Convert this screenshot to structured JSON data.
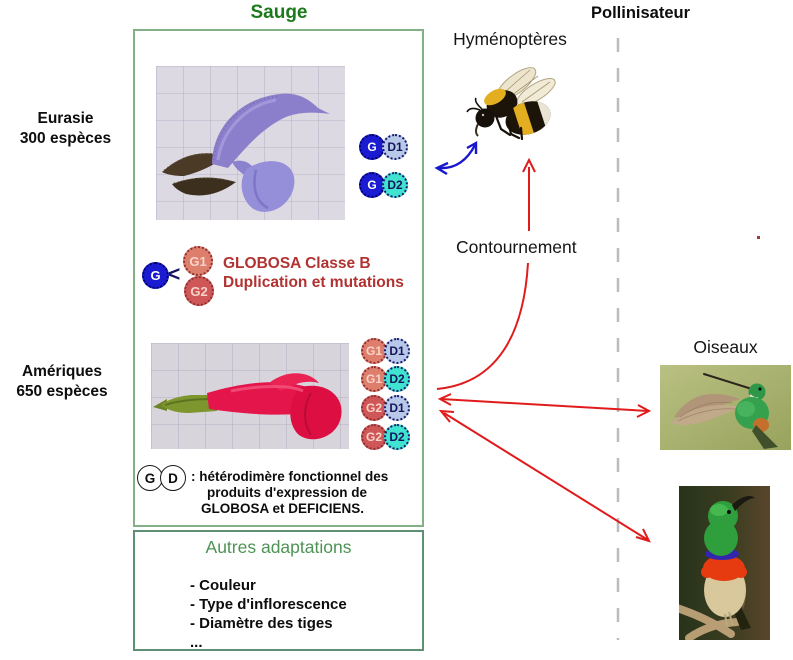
{
  "header": {
    "sauge": "Sauge",
    "pollinisateur": "Pollinisateur"
  },
  "regions": {
    "eurasie": [
      "Eurasie",
      "300 espèces"
    ],
    "ameriques": [
      "Amériques",
      "650 espèces"
    ]
  },
  "pollinators": {
    "hymenopteres": "Hyménoptères",
    "oiseaux": "Oiseaux"
  },
  "annotations": {
    "contournement": "Contournement"
  },
  "duplication": {
    "g": "G",
    "operator": "<",
    "g1": "G1",
    "g2": "G2",
    "title_line1": "GLOBOSA Classe B",
    "title_line2": "Duplication et mutations"
  },
  "dimers": {
    "eurasie": [
      {
        "left": "G",
        "right": "D1"
      },
      {
        "left": "G",
        "right": "D2"
      }
    ],
    "ameriques": [
      {
        "left": "G1",
        "right": "D1"
      },
      {
        "left": "G1",
        "right": "D2"
      },
      {
        "left": "G2",
        "right": "D1"
      },
      {
        "left": "G2",
        "right": "D2"
      }
    ]
  },
  "legend": {
    "g": "G",
    "d": "D",
    "line1": ": hétérodimère fonctionnel des",
    "line2": "produits d'expression de",
    "line3": "GLOBOSA et DEFICIENS."
  },
  "adaptations": {
    "title": "Autres adaptations",
    "items": [
      "- Couleur",
      "- Type d'inflorescence",
      "- Diamètre des tiges",
      "..."
    ]
  },
  "figures": {
    "purple_sage": "photo fleur de sauge violette sur papier quadrillé",
    "red_sage": "photo fleur de sauge rouge sur papier quadrillé",
    "bee": "bourdon",
    "hummingbird": "colibri",
    "sunbird": "souimanga"
  },
  "colors": {
    "green_title": "#1c7a1c",
    "green_box_border": "#84b086",
    "adapt_box_border": "#5f8f75",
    "adapt_title_green": "#4e9355",
    "red_text": "#b23232",
    "arrow_red": "#e11b1b",
    "arrow_blue": "#1717cf",
    "dashed_divider": "#bcbcbc",
    "g_fill": "#1b1bd1",
    "d1_fill": "#b7c8e8",
    "d2_fill": "#3fe3cf",
    "g1_fill": "#dd7f6c",
    "g2_fill": "#cf5757"
  }
}
